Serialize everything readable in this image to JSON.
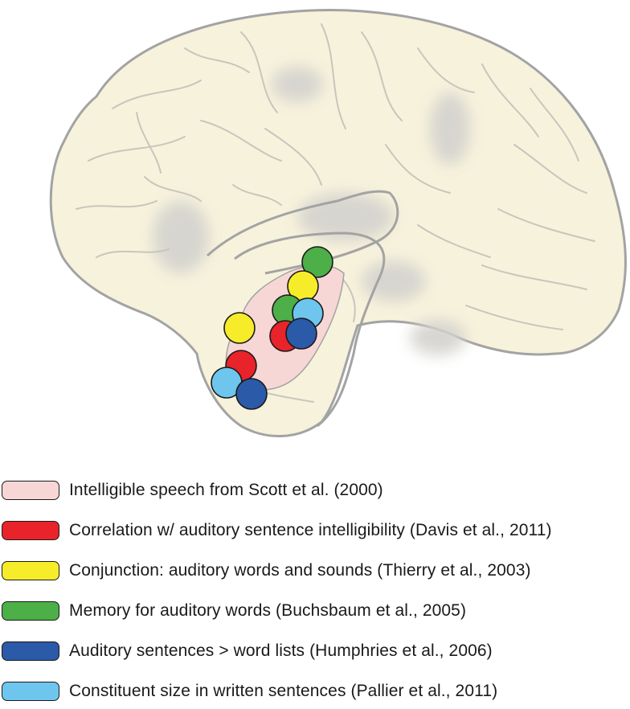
{
  "colors": {
    "brain_fill": "#f7f2dc",
    "brain_outline": "#a3a3a3",
    "sulcus": "#c8c6bd",
    "shadow": "#d5d4d0",
    "region_fill": "#f7d7d6",
    "red": "#e8232a",
    "yellow": "#f7ec2a",
    "green": "#4caf48",
    "dark_blue": "#2a5aa8",
    "light_blue": "#6ec6ee"
  },
  "legend": [
    {
      "label": "Intelligible speech from Scott et al. (2000)",
      "color": "#f7d7d6"
    },
    {
      "label": "Correlation w/ auditory sentence intelligibility (Davis et al., 2011)",
      "color": "#e8232a"
    },
    {
      "label": "Conjunction: auditory words and sounds (Thierry et al., 2003)",
      "color": "#f7ec2a"
    },
    {
      "label": "Memory for auditory words (Buchsbaum et al., 2005)",
      "color": "#4caf48"
    },
    {
      "label": "Auditory sentences > word lists (Humphries et al., 2006)",
      "color": "#2a5aa8"
    },
    {
      "label": "Constituent size in written sentences (Pallier et al., 2011)",
      "color": "#6ec6ee"
    }
  ],
  "foci": [
    {
      "study": "green"
    },
    {
      "study": "yellow"
    },
    {
      "study": "green"
    },
    {
      "study": "light_blue"
    },
    {
      "study": "red"
    },
    {
      "study": "dark_blue"
    },
    {
      "study": "yellow"
    },
    {
      "study": "red"
    },
    {
      "study": "light_blue"
    },
    {
      "study": "dark_blue"
    }
  ]
}
